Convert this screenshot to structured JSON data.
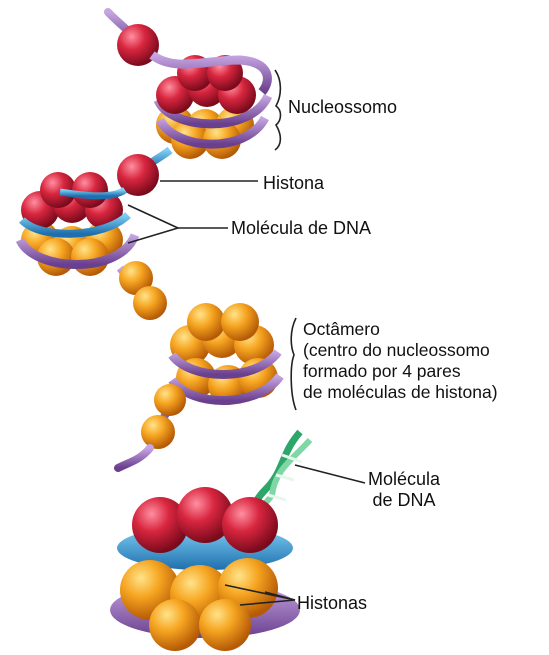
{
  "labels": {
    "nucleossomo": "Nucleossomo",
    "histona": "Histona",
    "molecula_dna": "Molécula de DNA",
    "octamero_lines": [
      "Octâmero",
      "(centro do nucleossomo",
      "formado por 4 pares",
      "de moléculas de histona)"
    ],
    "molecula_dna_2_lines": [
      "Molécula",
      "de DNA"
    ],
    "histonas": "Histonas"
  },
  "colors": {
    "histone_red": "#c8203a",
    "histone_orange": "#f5a020",
    "dna_purple": "#8a5fae",
    "dna_blue": "#3fa0d8",
    "dna_helix_green": "#2da66a",
    "leader_line": "#222222"
  }
}
